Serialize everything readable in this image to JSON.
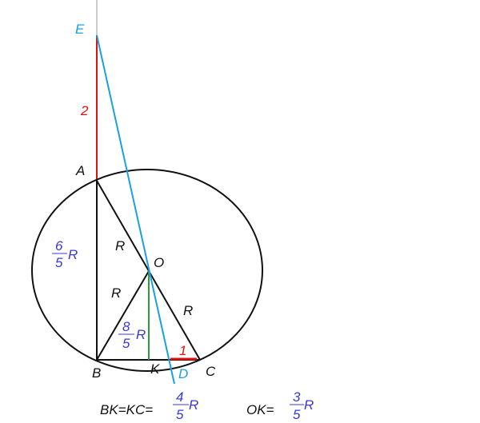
{
  "points": {
    "A": "A",
    "B": "B",
    "C": "C",
    "O": "O",
    "K": "K",
    "D": "D",
    "E": "E"
  },
  "labels": {
    "ae_length": "2",
    "dc_length": "1",
    "radius": "R",
    "ab_num": "6",
    "ab_den": "5",
    "ab_unit": "R",
    "ok_num": "8",
    "ok_den": "5",
    "ok_unit": "R"
  },
  "formulas": {
    "bk_prefix": "BK=KC=",
    "bk_num": "4",
    "bk_den": "5",
    "bk_unit": "R",
    "ok_prefix": "OK=",
    "ok_num": "3",
    "ok_den": "5",
    "ok_unit": "R"
  },
  "colors": {
    "black": "#111111",
    "red": "#e01010",
    "cyan": "#1ba0e0",
    "green": "#2a9a3a",
    "blue": "#3a3ad0"
  }
}
